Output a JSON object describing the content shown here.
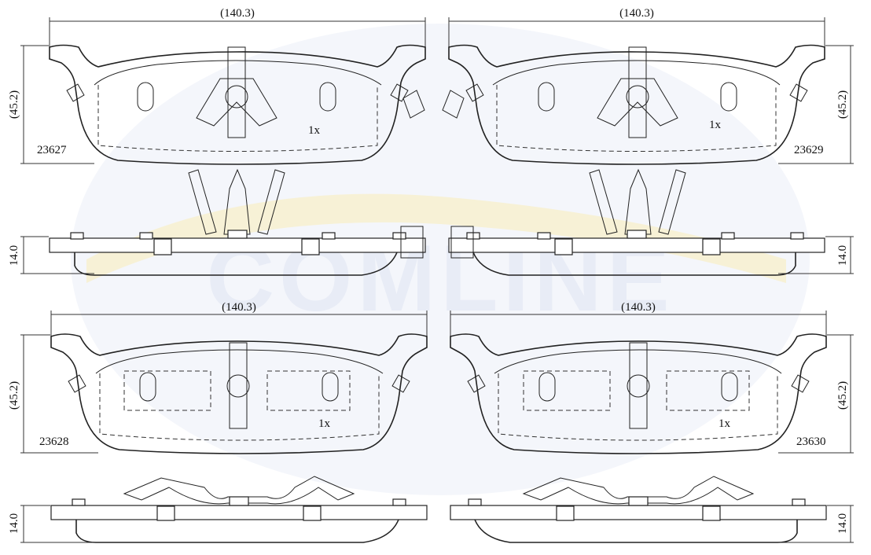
{
  "watermark": {
    "brand": "COMLINE",
    "colors": {
      "blue": "#dfe6f4",
      "yellow": "#f6efce"
    }
  },
  "pads": [
    {
      "code": "23627",
      "width_label": "(140.3)",
      "height_label": "(45.2)",
      "thickness_label": "14.0",
      "quantity": "1x"
    },
    {
      "code": "23629",
      "width_label": "(140.3)",
      "height_label": "(45.2)",
      "thickness_label": "14.0",
      "quantity": "1x"
    },
    {
      "code": "23628",
      "width_label": "(140.3)",
      "height_label": "(45.2)",
      "thickness_label": "14.0",
      "quantity": "1x"
    },
    {
      "code": "23630",
      "width_label": "(140.3)",
      "height_label": "(45.2)",
      "thickness_label": "14.0",
      "quantity": "1x"
    }
  ]
}
